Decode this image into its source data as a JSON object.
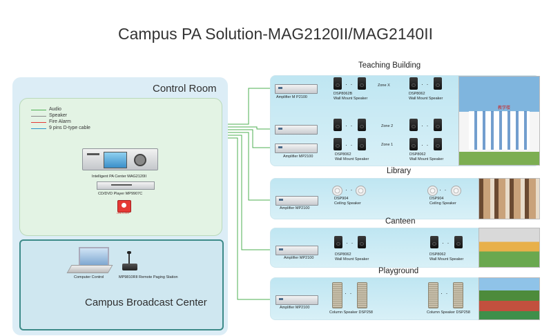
{
  "title": "Campus PA Solution-MAG2120II/MAG2140II",
  "control_room": {
    "label": "Control Room",
    "legend": [
      {
        "text": "Audio",
        "color": "#4caf50"
      },
      {
        "text": "Speaker",
        "color": "#8a8a8a"
      },
      {
        "text": "Fire Alarm",
        "color": "#e53935"
      },
      {
        "text": "9 pins D-type cable",
        "color": "#2a93c9"
      }
    ],
    "pa_center": "Intelligent PA Center MAG2120II",
    "dvd_player": "CD/DVD Player MP9907C",
    "fire_alarm_tag": "FIRE ALARM"
  },
  "broadcast_center": {
    "label": "Campus Broadcast Center",
    "computer": "Computer Control",
    "paging_station": "MP9810RII Remote Paging Station"
  },
  "teaching_building": {
    "label": "Teaching Building",
    "amp1": "Amplifier M P2100",
    "amp2": "Amplifier MP2100",
    "zone_x": "Zone X",
    "zone_2": "Zone 2",
    "zone_1": "Zone 1",
    "spk_left_top": "DSP8062B\nWall Mount Speaker",
    "spk_right_top": "DSP8062\nWall Mount Speaker",
    "spk_left_bottom": "DSP8062\nWall Mount Speaker",
    "spk_right_bottom": "DSP8062\nWall Mount Speaker",
    "sign": "教学楼"
  },
  "library": {
    "label": "Library",
    "amp": "Amplifier MP2100",
    "spk_left": "DSP904\nCeiling Speaker",
    "spk_right": "DSP904\nCeiling Speaker"
  },
  "canteen": {
    "label": "Canteen",
    "amp": "Amplifier MP2100",
    "spk_left": "DSP8062\nWall Mount Speaker",
    "spk_right": "DSP8062\nWall Mount Speaker"
  },
  "playground": {
    "label": "Playground",
    "amp": "Amplifier MP2100",
    "spk_left": "Column Speaker DSP258",
    "spk_right": "Column Speaker DSP258"
  },
  "ellipsis": "· ·"
}
